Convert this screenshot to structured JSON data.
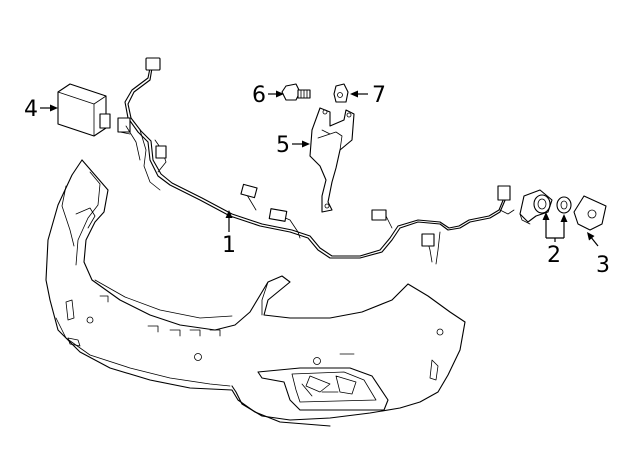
{
  "callouts": [
    {
      "id": "1",
      "label": "1",
      "part": "wiring-harness"
    },
    {
      "id": "2",
      "label": "2",
      "part": "park-assist-sensor"
    },
    {
      "id": "3",
      "label": "3",
      "part": "sensor-retainer"
    },
    {
      "id": "4",
      "label": "4",
      "part": "control-module"
    },
    {
      "id": "5",
      "label": "5",
      "part": "mounting-bracket"
    },
    {
      "id": "6",
      "label": "6",
      "part": "bolt"
    },
    {
      "id": "7",
      "label": "7",
      "part": "clip-nut"
    }
  ]
}
